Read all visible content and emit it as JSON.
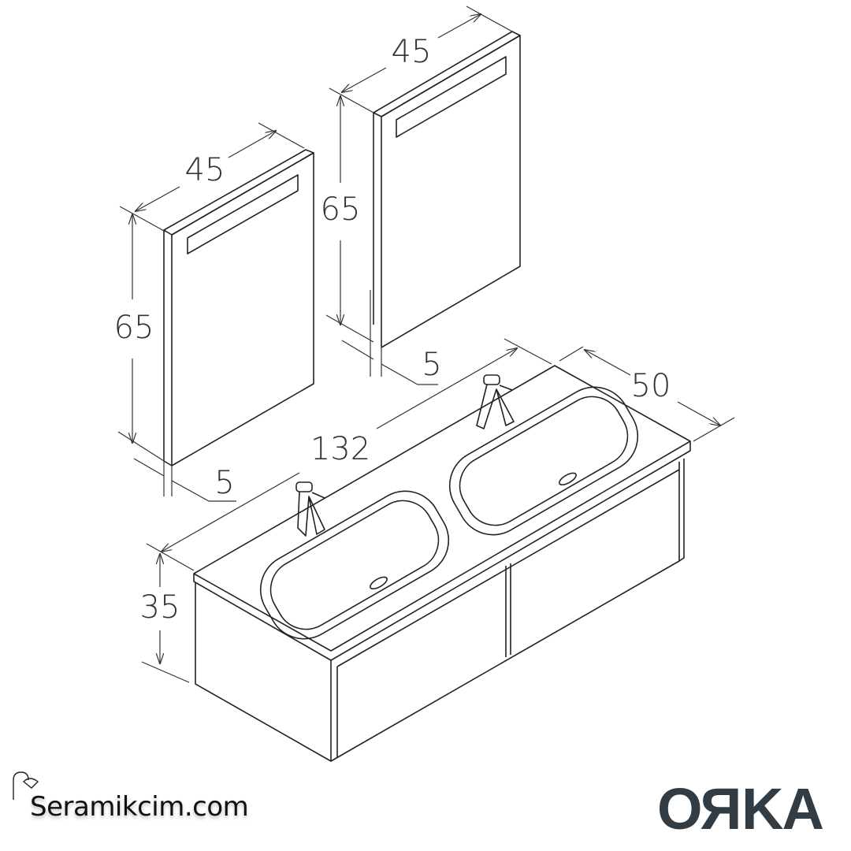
{
  "dimensions": {
    "left_mirror_width": "45",
    "left_mirror_height": "65",
    "left_mirror_depth": "5",
    "right_mirror_width": "45",
    "right_mirror_height": "65",
    "right_mirror_depth": "5",
    "vanity_width": "132",
    "vanity_depth": "50",
    "vanity_height": "35"
  },
  "logos": {
    "left": "Seramikcim.com",
    "right": "ORKA"
  },
  "colors": {
    "line": "#222222",
    "brand": "#323c45"
  }
}
